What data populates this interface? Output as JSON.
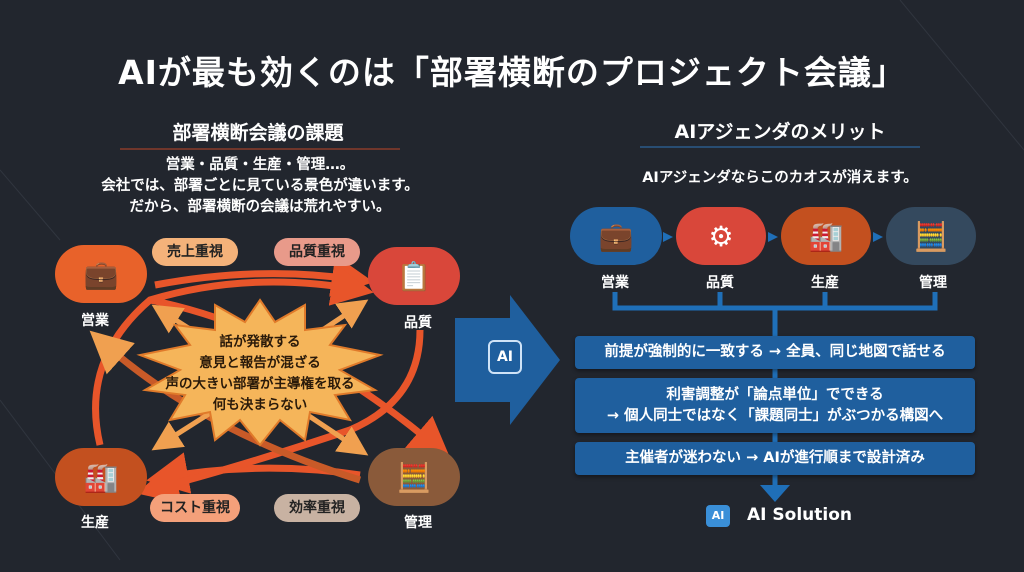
{
  "title": "AIが最も効くのは「部署横断のプロジェクト会議」",
  "left": {
    "heading": "部署横断会議の課題",
    "intro": [
      "営業・品質・生産・管理…。",
      "会社では、部署ごとに見ている景色が違います。",
      "だから、部署横断の会議は荒れやすい。"
    ],
    "departments": [
      "営業",
      "品質",
      "生産",
      "管理"
    ],
    "bubbles": [
      "売上重視",
      "品質重視",
      "コスト重視",
      "効率重視"
    ],
    "problems": [
      "話が発散する",
      "意見と報告が混ざる",
      "声の大きい部署が主導権を取る",
      "何も決まらない"
    ]
  },
  "center_icon": "AI",
  "right": {
    "heading": "AIアジェンダのメリット",
    "intro": "AIアジェンダならこのカオスが消えます。",
    "departments": [
      "営業",
      "品質",
      "生産",
      "管理"
    ],
    "benefits": [
      [
        "前提が強制的に一致する → 全員、同じ地図で話せる"
      ],
      [
        "利害調整が「論点単位」でできる",
        "→ 個人同士ではなく「課題同士」がぶつかる構図へ"
      ],
      [
        "主催者が迷わない → AIが進行順まで設計済み"
      ]
    ],
    "solution_icon": "AI",
    "solution_label": "AI Solution"
  },
  "colors": {
    "bg": "#22262e",
    "orange": "#e8622a",
    "blue": "#1f5f9e"
  }
}
